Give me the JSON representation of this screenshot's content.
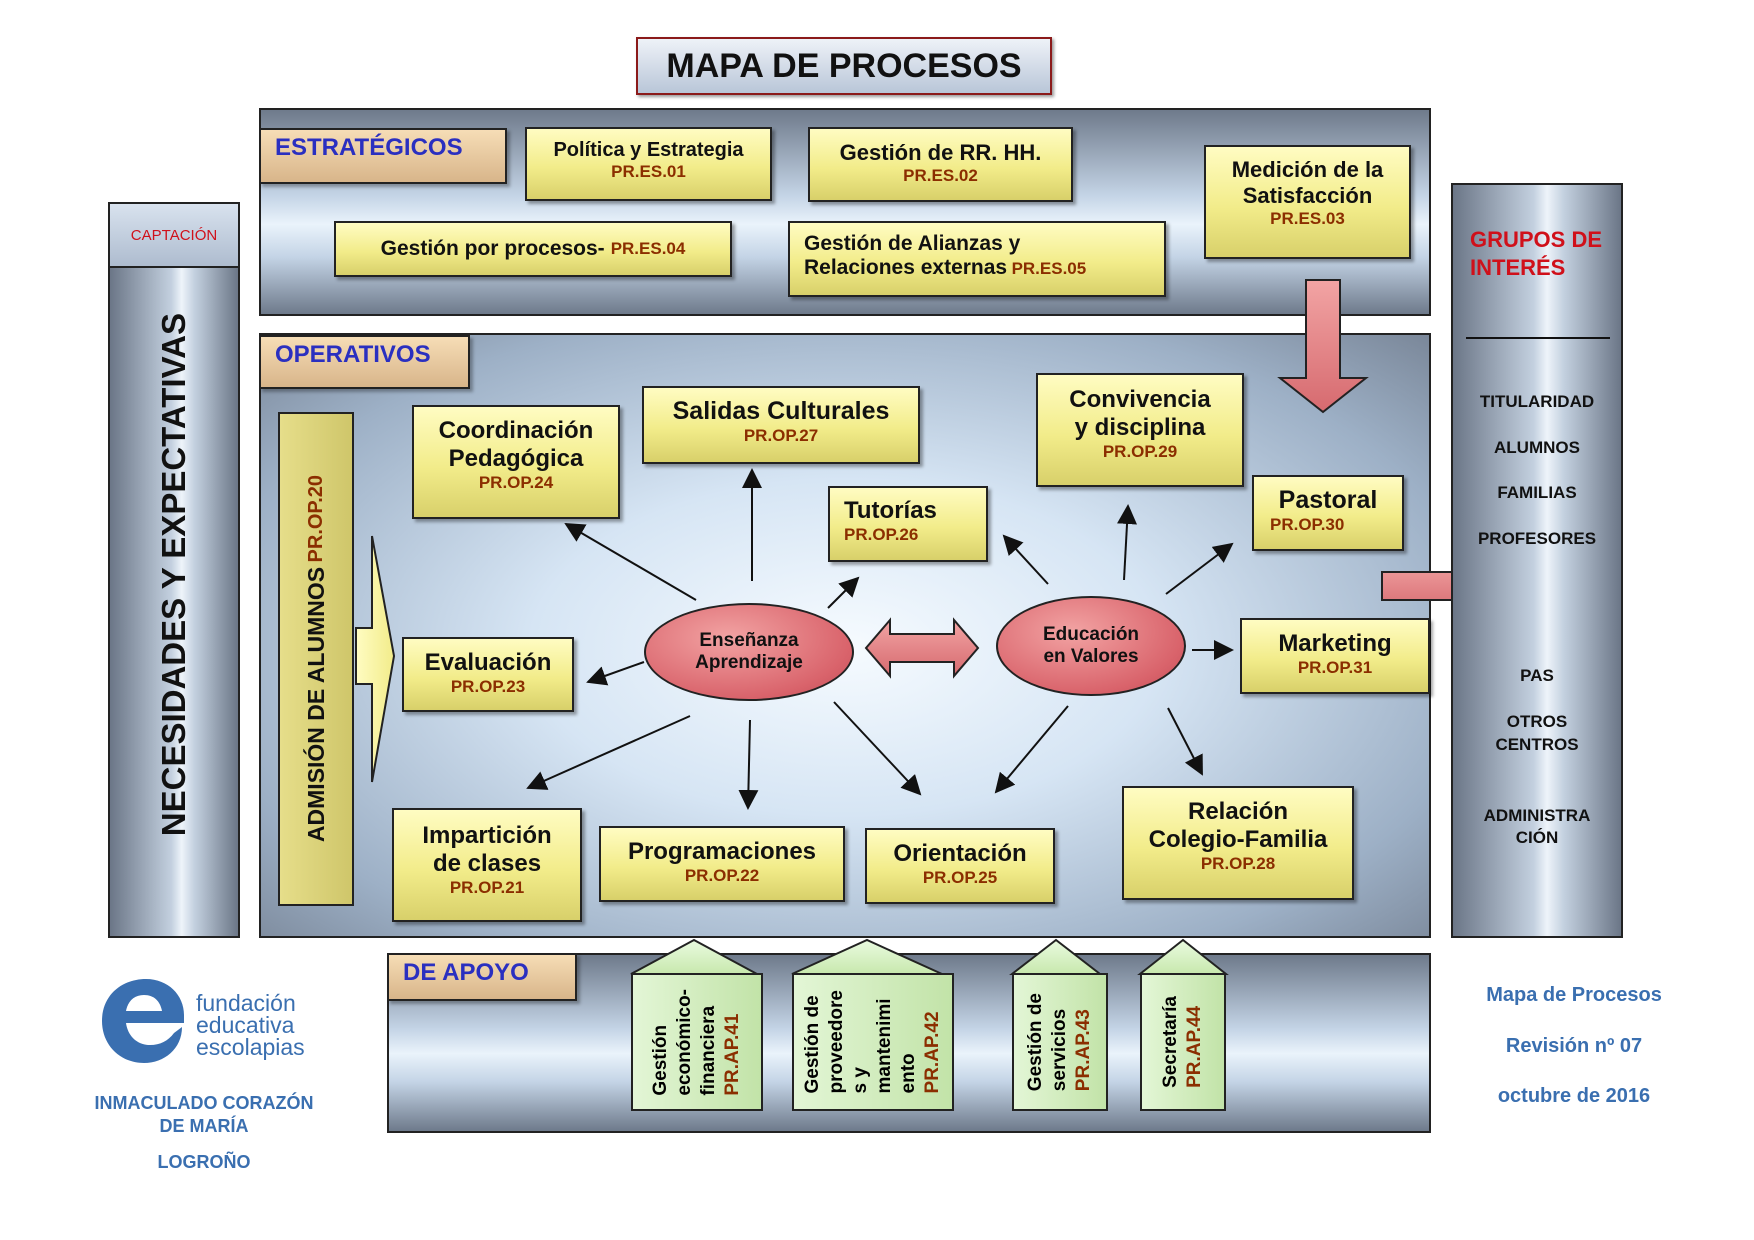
{
  "title": "MAPA DE PROCESOS",
  "left_column": {
    "captacion": "CAPTACIÓN",
    "vertical_text": "NECESIDADES Y EXPECTATIVAS"
  },
  "estrategicos": {
    "label": "ESTRATÉGICOS",
    "boxes": [
      {
        "name": "Política y Estrategia",
        "code": "PR.ES.01"
      },
      {
        "name": "Gestión de RR. HH.",
        "code": "PR.ES.02"
      },
      {
        "name": "Medición de la Satisfacción",
        "name_line1": "Medición de la",
        "name_line2": "Satisfacción",
        "code": "PR.ES.03"
      },
      {
        "name": "Gestión por procesos-",
        "code": "PR.ES.04"
      },
      {
        "name_line1": "Gestión de Alianzas y",
        "name_line2": "Relaciones externas",
        "code": "PR.ES.05"
      }
    ]
  },
  "operativos": {
    "label": "OPERATIVOS",
    "admision": {
      "name": "ADMISIÓN DE ALUMNOS",
      "code": "PR.OP.20"
    },
    "ense": {
      "line1": "Enseñanza",
      "line2": "Aprendizaje"
    },
    "edu": {
      "line1": "Educación",
      "line2": "en Valores"
    },
    "boxes": {
      "coordinacion": {
        "line1": "Coordinación",
        "line2": "Pedagógica",
        "code": "PR.OP.24"
      },
      "salidas": {
        "line1": "Salidas Culturales",
        "code": "PR.OP.27"
      },
      "tutorias": {
        "line1": "Tutorías",
        "code": "PR.OP.26"
      },
      "convivencia": {
        "line1": "Convivencia",
        "line2": "y disciplina",
        "code": "PR.OP.29"
      },
      "pastoral": {
        "line1": "Pastoral",
        "code": "PR.OP.30"
      },
      "evaluacion": {
        "line1": "Evaluación",
        "code": "PR.OP.23"
      },
      "marketing": {
        "line1": "Marketing",
        "code": "PR.OP.31"
      },
      "imparticion": {
        "line1": "Impartición",
        "line2": "de clases",
        "code": "PR.OP.21"
      },
      "programaciones": {
        "line1": "Programaciones",
        "code": "PR.OP.22"
      },
      "orientacion": {
        "line1": "Orientación",
        "code": "PR.OP.25"
      },
      "relacion": {
        "line1": "Relación",
        "line2": "Colegio-Familia",
        "code": "PR.OP.28"
      }
    }
  },
  "apoyo": {
    "label": "DE APOYO",
    "cols": [
      {
        "lines": [
          "Gestión",
          "económico-",
          "financiera"
        ],
        "code": "PR.AP.41"
      },
      {
        "lines": [
          "Gestión de",
          "proveedore",
          "s y",
          "mantenimi",
          "ento"
        ],
        "code": "PR.AP.42"
      },
      {
        "lines": [
          "Gestión de",
          "servicios"
        ],
        "code": "PR.AP.43"
      },
      {
        "lines": [
          "Secretaría"
        ],
        "code": "PR.AP.44"
      }
    ]
  },
  "grupos": {
    "title_line1": "GRUPOS DE",
    "title_line2": "INTERÉS",
    "items": [
      "TITULARIDAD",
      "ALUMNOS",
      "FAMILIAS",
      "PROFESORES",
      "PAS",
      "OTROS",
      "CENTROS",
      "ADMINISTRA",
      "CIÓN"
    ]
  },
  "footer_left": {
    "logo_line1": "fundación",
    "logo_line2": "educativa",
    "logo_line3": "escolapias",
    "school_line1": "INMACULADO CORAZÓN",
    "school_line2": "DE MARÍA",
    "city": "LOGROÑO"
  },
  "footer_right": {
    "line1": "Mapa de Procesos",
    "line2": "Revisión nº 07",
    "line3": "octubre de 2016"
  },
  "colors": {
    "code": "#8b2e00",
    "tag_text": "#2a2fc0",
    "grupos_title": "#d0101a",
    "footer_blue": "#3a6fb0"
  }
}
